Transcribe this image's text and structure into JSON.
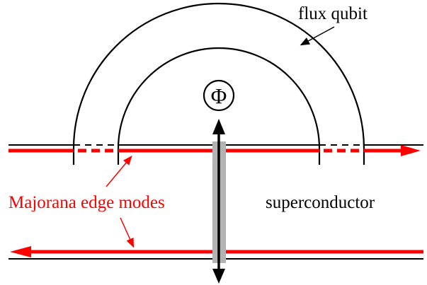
{
  "labels": {
    "flux_qubit": "flux qubit",
    "flux_symbol": "Φ",
    "majorana": "Majorana edge modes",
    "superconductor": "superconductor"
  },
  "colors": {
    "edge_mode": "#ff0000",
    "ink": "#000000",
    "junction": "#b3b3b3",
    "background": "#ffffff"
  }
}
